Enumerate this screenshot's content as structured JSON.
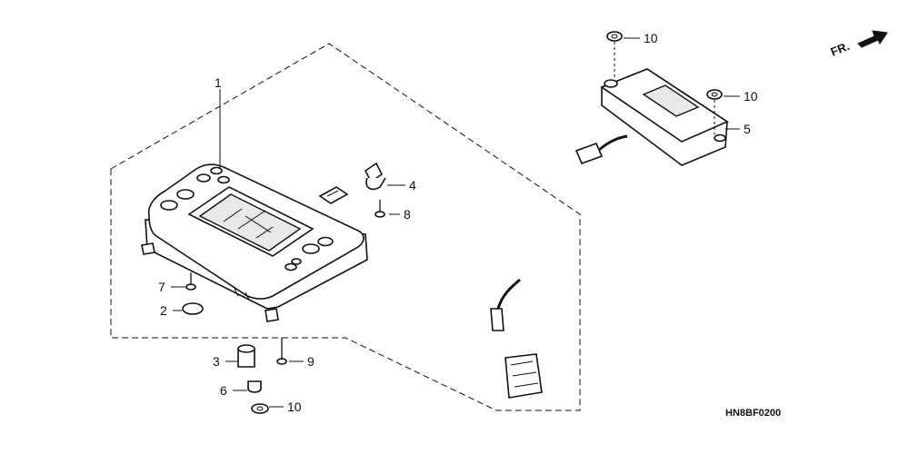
{
  "diagram": {
    "callouts": {
      "c1": "1",
      "c2": "2",
      "c3": "3",
      "c4": "4",
      "c5": "5",
      "c6": "6",
      "c7": "7",
      "c8": "8",
      "c9": "9",
      "c10a": "10",
      "c10b": "10",
      "c10c": "10"
    },
    "direction_label": "FR.",
    "drawing_code": "HN8BF0200"
  }
}
